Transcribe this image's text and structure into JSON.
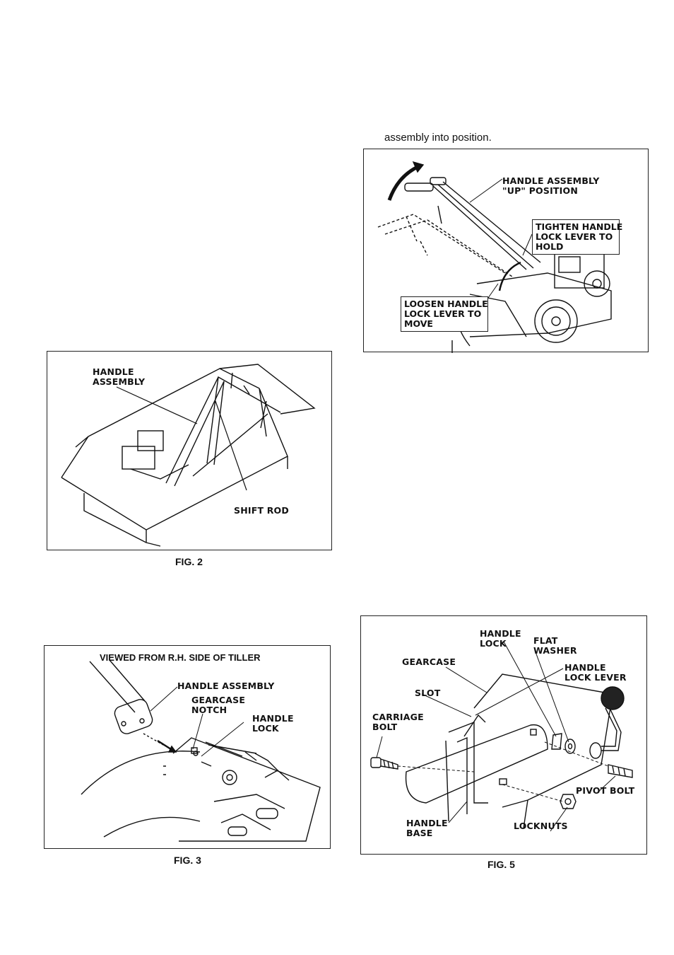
{
  "text_top": "assembly into position.",
  "fig4": {
    "handle_up": "HANDLE ASSEMBLY\n\"UP\" POSITION",
    "tighten": "TIGHTEN HANDLE\nLOCK LEVER TO\nHOLD",
    "loosen": "LOOSEN HANDLE\nLOCK LEVER TO\nMOVE"
  },
  "fig2": {
    "handle_assembly": "HANDLE\nASSEMBLY",
    "shift_rod": "SHIFT ROD",
    "caption": "FIG. 2"
  },
  "fig3": {
    "title": "VIEWED FROM R.H. SIDE OF TILLER",
    "handle_assembly": "HANDLE ASSEMBLY",
    "gearcase_notch": "GEARCASE\nNOTCH",
    "handle_lock": "HANDLE\nLOCK",
    "caption": "FIG. 3"
  },
  "fig5": {
    "handle_lock": "HANDLE\nLOCK",
    "flat_washer": "FLAT\nWASHER",
    "gearcase": "GEARCASE",
    "handle_lock_lever": "HANDLE\nLOCK LEVER",
    "slot": "SLOT",
    "carriage_bolt": "CARRIAGE\nBOLT",
    "pivot_bolt": "PIVOT BOLT",
    "handle_base": "HANDLE\nBASE",
    "locknuts": "LOCKNUTS",
    "caption": "FIG. 5"
  }
}
